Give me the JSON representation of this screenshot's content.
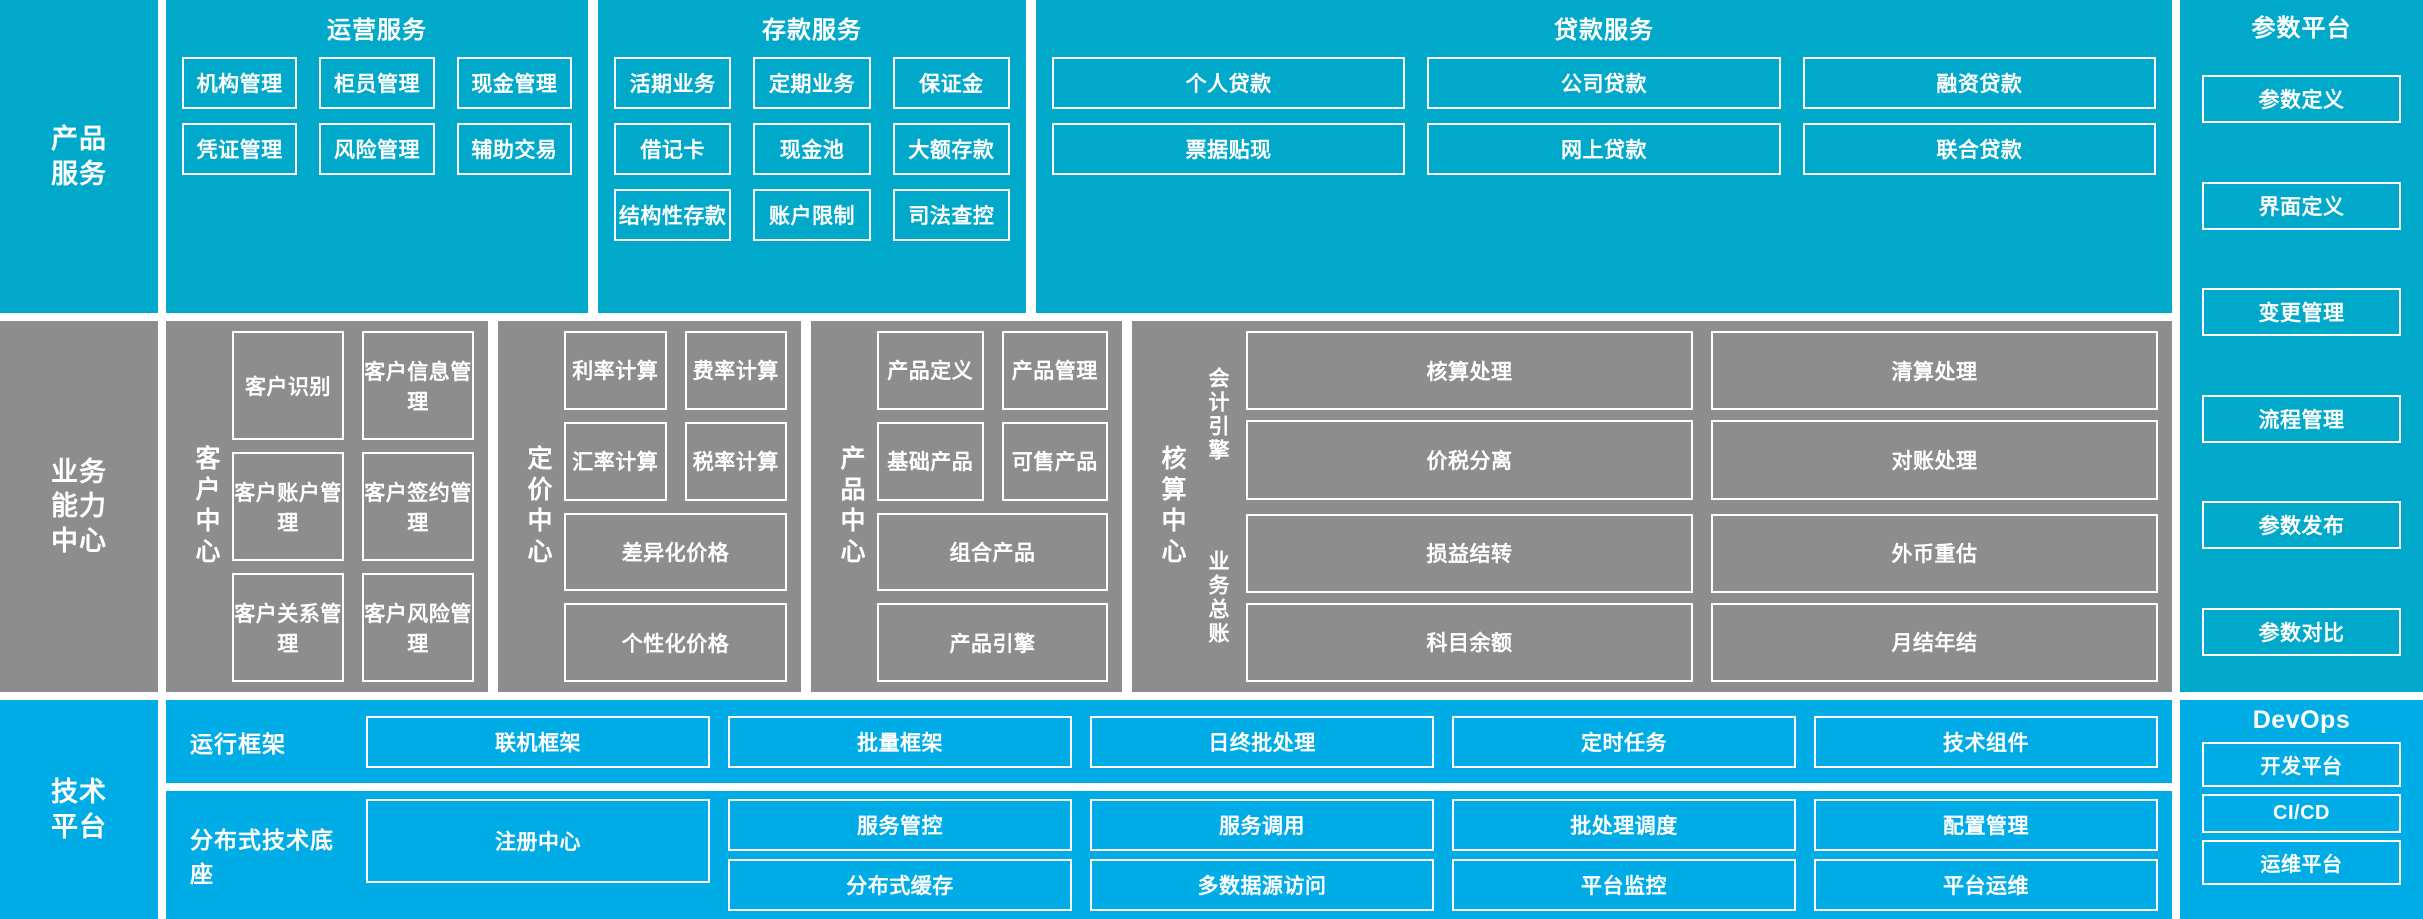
{
  "bands": {
    "product_service": {
      "rail_label": "产品\n服务",
      "groups": [
        {
          "title": "运营服务",
          "tiles": [
            "机构管理",
            "柜员管理",
            "现金管理",
            "凭证管理",
            "风险管理",
            "辅助交易"
          ]
        },
        {
          "title": "存款服务",
          "tiles": [
            "活期业务",
            "定期业务",
            "保证金",
            "借记卡",
            "现金池",
            "大额存款",
            "结构性存款",
            "账户限制",
            "司法查控"
          ]
        },
        {
          "title": "贷款服务",
          "tiles": [
            "个人贷款",
            "公司贷款",
            "融资贷款",
            "票据贴现",
            "网上贷款",
            "联合贷款"
          ]
        }
      ],
      "parameter_platform": {
        "title": "参数平台",
        "items": [
          "参数定义",
          "界面定义",
          "变更管理",
          "流程管理",
          "参数发布",
          "参数对比"
        ]
      }
    },
    "business_capability": {
      "rail_label": "业务\n能力\n中心",
      "centers": [
        {
          "label": "客户中心",
          "tiles": [
            "客户识别",
            "客户信息管理",
            "客户账户管理",
            "客户签约管理",
            "客户关系管理",
            "客户风险管理"
          ]
        },
        {
          "label": "定价中心",
          "tiles": [
            "利率计算",
            "费率计算",
            "汇率计算",
            "税率计算",
            "差异化价格",
            "个性化价格"
          ]
        },
        {
          "label": "产品中心",
          "tiles": [
            "产品定义",
            "产品管理",
            "基础产品",
            "可售产品",
            "组合产品",
            "产品引擎"
          ]
        },
        {
          "label": "核算中心",
          "subgroups": [
            {
              "label": "会计引擎",
              "tiles": [
                "核算处理",
                "清算处理",
                "价税分离",
                "对账处理"
              ]
            },
            {
              "label": "业务总账",
              "tiles": [
                "损益结转",
                "外币重估",
                "科目余额",
                "月结年结"
              ]
            }
          ]
        }
      ]
    },
    "tech_platform": {
      "rail_label": "技术\n平台",
      "rows": [
        {
          "label": "运行框架",
          "items": [
            {
              "tiles": [
                "联机框架"
              ]
            },
            {
              "tiles": [
                "批量框架"
              ]
            },
            {
              "tiles": [
                "日终批处理"
              ]
            },
            {
              "tiles": [
                "定时任务"
              ]
            },
            {
              "tiles": [
                "技术组件"
              ]
            }
          ]
        },
        {
          "label": "分布式技术底座",
          "items": [
            {
              "tiles": [
                "注册中心"
              ]
            },
            {
              "tiles": [
                "服务管控",
                "分布式缓存"
              ]
            },
            {
              "tiles": [
                "服务调用",
                "多数据源访问"
              ]
            },
            {
              "tiles": [
                "批处理调度",
                "平台监控"
              ]
            },
            {
              "tiles": [
                "配置管理",
                "平台运维"
              ]
            }
          ]
        }
      ],
      "devops": {
        "title": "DevOps",
        "items": [
          "开发平台",
          "CI/CD",
          "运维平台"
        ]
      }
    }
  },
  "colors": {
    "teal": "#00A8CA",
    "gray": "#8D8D8D",
    "blue": "#00ACE6",
    "tile_border": "#FFFFFF",
    "text": "#FFFFFF"
  }
}
